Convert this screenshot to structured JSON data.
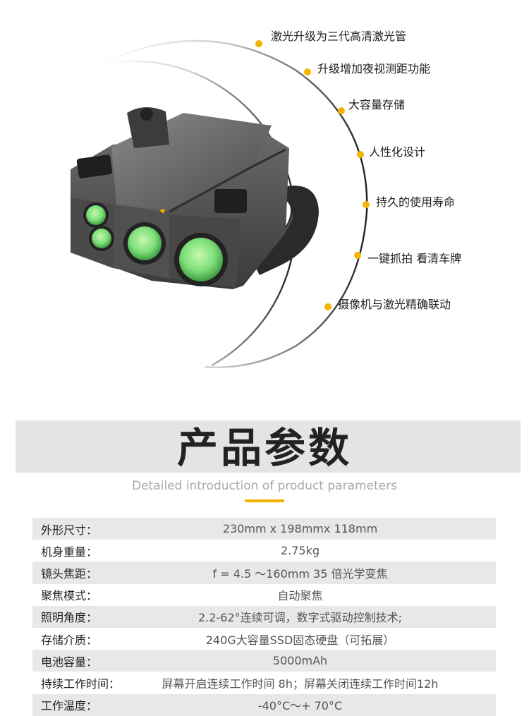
{
  "features": [
    {
      "text": "激光升级为三代高清激光管"
    },
    {
      "text": "升级增加夜视测距功能"
    },
    {
      "text": "大容量存储"
    },
    {
      "text": "人性化设计"
    },
    {
      "text": "持久的使用寿命"
    },
    {
      "text": "一键抓拍 看清车牌"
    },
    {
      "text": "摄像机与激光精确联动"
    }
  ],
  "section": {
    "title": "产品参数",
    "subtitle": "Detailed introduction of product parameters"
  },
  "specs": [
    {
      "label": "外形尺寸：",
      "value": "230mm x 198mmx 118mm"
    },
    {
      "label": "机身重量：",
      "value": "2.75kg"
    },
    {
      "label": "镜头焦距：",
      "value": "f = 4.5 ～160mm    35 倍光学变焦"
    },
    {
      "label": "聚焦模式：",
      "value": "自动聚焦"
    },
    {
      "label": "照明角度：",
      "value": "2.2-62°连续可调，数字式驱动控制技术;"
    },
    {
      "label": "存储介质：",
      "value": "240G大容量SSD固态硬盘（可拓展）"
    },
    {
      "label": "电池容量：",
      "value": "5000mAh"
    },
    {
      "label": "持续工作时间：",
      "value": "屏幕开启连续工作时间 8h；屏幕关闭连续工作时间12h"
    },
    {
      "label": "工作温度：",
      "value": "-40°C～+ 70°C"
    }
  ],
  "colors": {
    "accent": "#f2b400",
    "lens": "#7ee07a"
  }
}
